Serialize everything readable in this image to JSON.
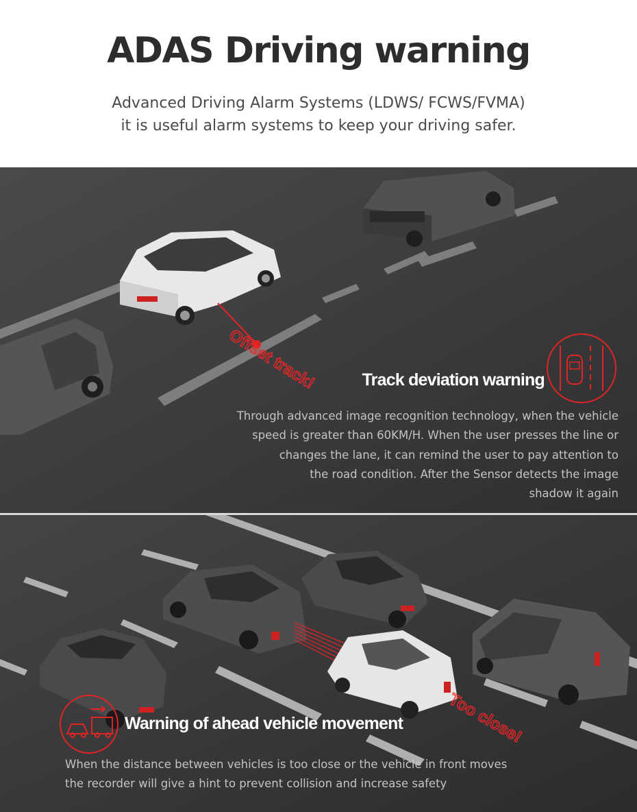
{
  "header": {
    "title": "ADAS Driving warning",
    "subtitle_line1": "Advanced Driving Alarm Systems (LDWS/ FCWS/FVMA)",
    "subtitle_line2": "it is useful alarm systems to keep your driving safer."
  },
  "section1": {
    "road_label": "Offset track!",
    "title": "Track deviation warning",
    "description_lines": [
      "Through advanced image recognition technology, when the vehicle",
      "speed is greater than 60KM/H. When the user presses the line or",
      "changes the lane, it can remind the user to pay attention to",
      "the road condition. After the Sensor detects the image",
      "shadow it again"
    ],
    "icon": "lane-departure-icon"
  },
  "section2": {
    "road_label": "Too close!",
    "title": "Warning of ahead vehicle movement",
    "description_lines": [
      "When the distance between vehicles is too close or the vehicle in front moves",
      "the recorder will give a hint to prevent collision and increase safety"
    ],
    "icon": "forward-vehicle-icon"
  },
  "colors": {
    "accent_red": "#e02424",
    "road_dark": "#3d3d3f",
    "title_text": "#2d2d2d"
  }
}
